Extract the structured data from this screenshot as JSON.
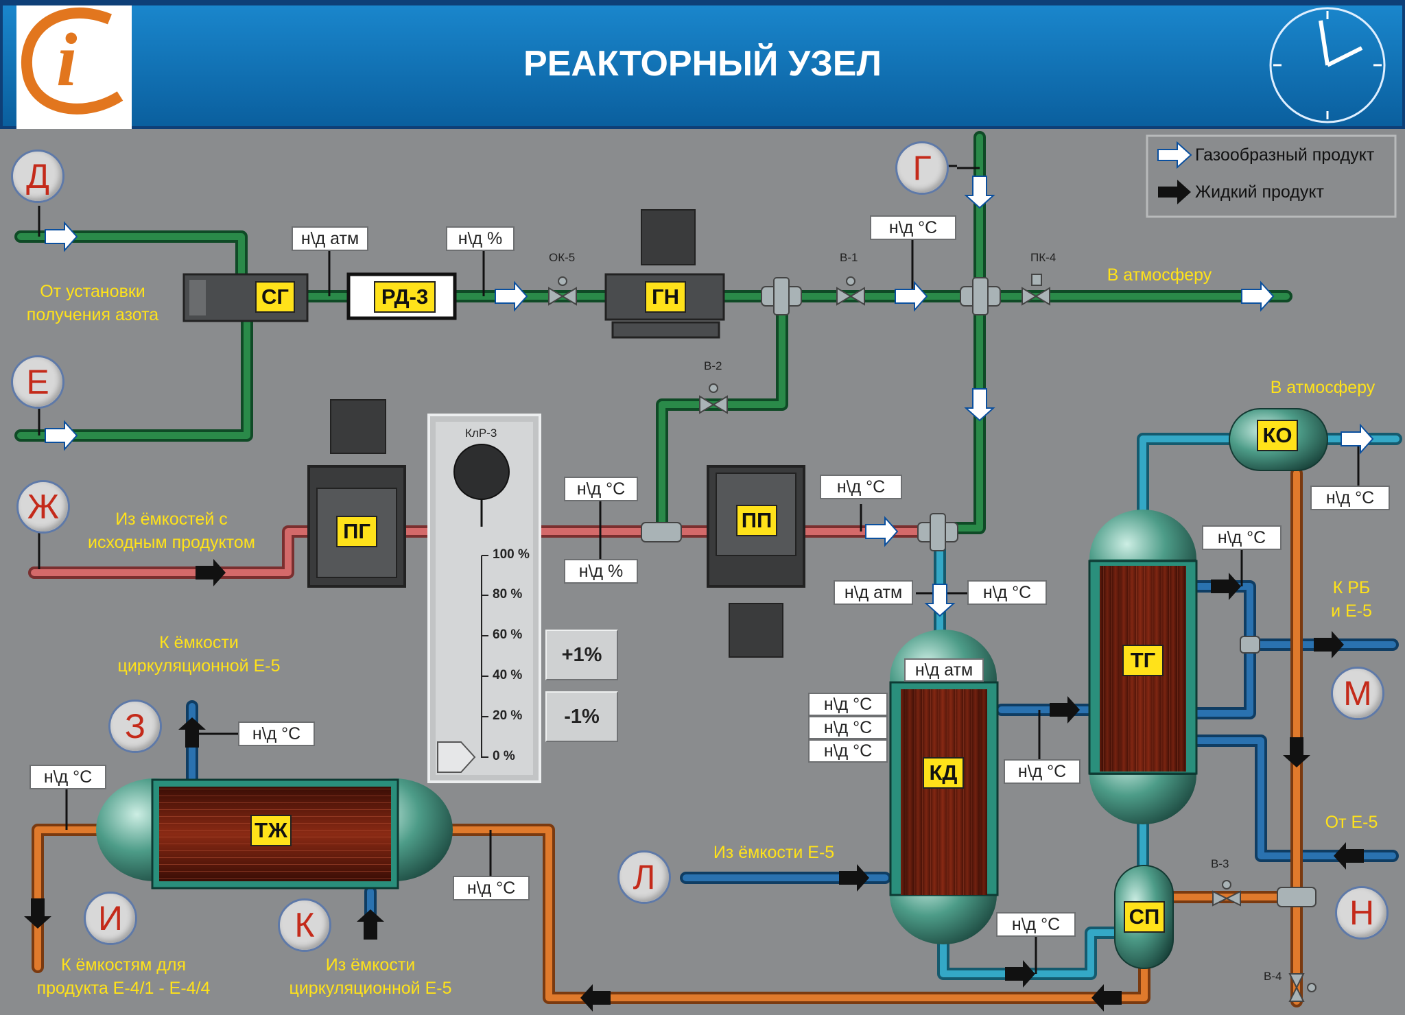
{
  "header": {
    "title": "РЕАКТОРНЫЙ УЗЕЛ",
    "logo_letter": "i",
    "clock_icon": "clock-icon"
  },
  "colors": {
    "header_blue": "#0a6fb5",
    "background": "#8a8c8e",
    "gas_pipe": "#1f7a3c",
    "feed_pipe": "#c05a5a",
    "coolant_pipe": "#2f9ab5",
    "water_pipe": "#2a6ea8",
    "product_pipe": "#d9772a",
    "label_yellow": "#ffe21a",
    "equipment_label": "#ffe21a"
  },
  "legend": {
    "gas": "Газообразный продукт",
    "liquid": "Жидкий продукт"
  },
  "connectors": {
    "d": "Д",
    "e": "Е",
    "g": "Г",
    "zh": "Ж",
    "z": "З",
    "i": "И",
    "k": "К",
    "l": "Л",
    "m": "М",
    "n": "Н"
  },
  "labels": {
    "from_nitrogen": "От установки\nполучения азота",
    "to_atmosphere_1": "В атмосферу",
    "to_atmosphere_2": "В атмосферу",
    "from_tanks": "Из ёмкостей с\nисходным продуктом",
    "to_circ_tank": "К ёмкости\nциркуляционной Е-5",
    "to_product_tanks": "К ёмкостям для\nпродукта Е-4/1 - Е-4/4",
    "from_circ": "Из ёмкости\nциркуляционной Е-5",
    "from_e5_tank": "Из ёмкости Е-5",
    "to_rb_e5": "К РБ\nи Е-5",
    "from_e5": "От Е-5"
  },
  "equipment": {
    "sg": "СГ",
    "rd3": "РД-3",
    "gn": "ГН",
    "pg": "ПГ",
    "pp": "ПП",
    "ko": "КО",
    "tg": "ТГ",
    "kd": "КД",
    "tzh": "ТЖ",
    "sp": "СП"
  },
  "valves": {
    "ok5": "ОК-5",
    "v1": "В-1",
    "pk4": "ПК-4",
    "v2": "В-2",
    "klr3": "КлР-3",
    "v3": "В-3",
    "v4": "В-4"
  },
  "readouts": {
    "p_atm": "н\\д атм",
    "p_pct": "н\\д %",
    "t_header": "н\\д °С",
    "t_feed": "н\\д °С",
    "level_feed": "н\\д %",
    "t_pp": "н\\д °С",
    "p_kd_in": "н\\д атм",
    "t_kd_in": "н\\д °С",
    "p_kd_top": "н\\д атм",
    "t_kd_1": "н\\д °С",
    "t_kd_2": "н\\д °С",
    "t_kd_3": "н\\д °С",
    "t_kd_out": "н\\д °С",
    "t_kd_bottom": "н\\д °С",
    "t_ko": "н\\д °С",
    "t_tg": "н\\д °С",
    "t_z": "н\\д °С",
    "t_tzh_left": "н\\д °С",
    "t_tzh_right": "н\\д °С"
  },
  "valve_control": {
    "title": "КлР-3",
    "scale": [
      "100 %",
      "80 %",
      "60 %",
      "40 %",
      "20 %",
      "0 %"
    ],
    "position_pct": 0,
    "plus_button": "+1%",
    "minus_button": "-1%"
  }
}
